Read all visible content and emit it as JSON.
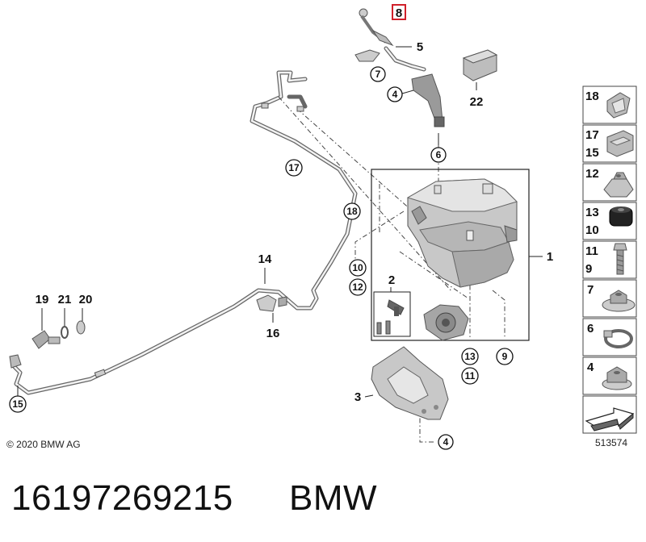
{
  "diagram": {
    "copyright": "© 2020 BMW AG",
    "diagram_number": "513574",
    "footer_part_number": "16197269215",
    "footer_brand": "BMW",
    "highlight_color": "#d0202a",
    "callouts": {
      "c1": "1",
      "c2": "2",
      "c3": "3",
      "c4a": "4",
      "c5": "5",
      "c6": "6",
      "c7": "7",
      "c8": "8",
      "c9": "9",
      "c10": "10",
      "c11": "11",
      "c12": "12",
      "c13": "13",
      "c14": "14",
      "c15": "15",
      "c16": "16",
      "c17": "17",
      "c18": "18",
      "c19": "19",
      "c20": "20",
      "c21": "21",
      "c22": "22",
      "c4b": "4"
    },
    "side_panel": [
      {
        "labels": [
          "18"
        ],
        "icon": "clip-icon"
      },
      {
        "labels": [
          "17",
          "15"
        ],
        "icon": "holder-icon"
      },
      {
        "labels": [
          "12"
        ],
        "icon": "nut-icon"
      },
      {
        "labels": [
          "13",
          "10"
        ],
        "icon": "rubber-mount-icon"
      },
      {
        "labels": [
          "11",
          "9"
        ],
        "icon": "screw-icon"
      },
      {
        "labels": [
          "7"
        ],
        "icon": "flange-nut-icon"
      },
      {
        "labels": [
          "6"
        ],
        "icon": "hose-clamp-icon"
      },
      {
        "labels": [
          "4"
        ],
        "icon": "hex-nut-icon"
      },
      {
        "labels": [],
        "icon": "arrow-icon"
      }
    ]
  }
}
